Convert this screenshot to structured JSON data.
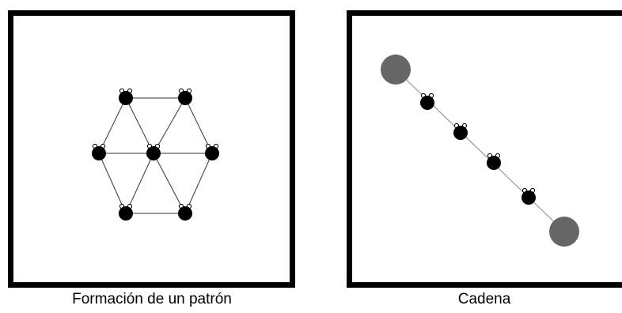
{
  "panels": [
    {
      "caption": "Formación de un patrón",
      "formation": "hexagon-with-center",
      "robot_count": 7,
      "link_color": "#333333"
    },
    {
      "caption": "Cadena",
      "formation": "chain",
      "robot_count": 4,
      "endpoint_count": 2,
      "endpoint_color": "#666666",
      "link_color": "#9a9a9a"
    }
  ],
  "colors": {
    "frame": "#000000",
    "robot_body": "#000000",
    "background": "#ffffff"
  },
  "icons": [
    "robot-icon",
    "anchor-node-icon"
  ]
}
